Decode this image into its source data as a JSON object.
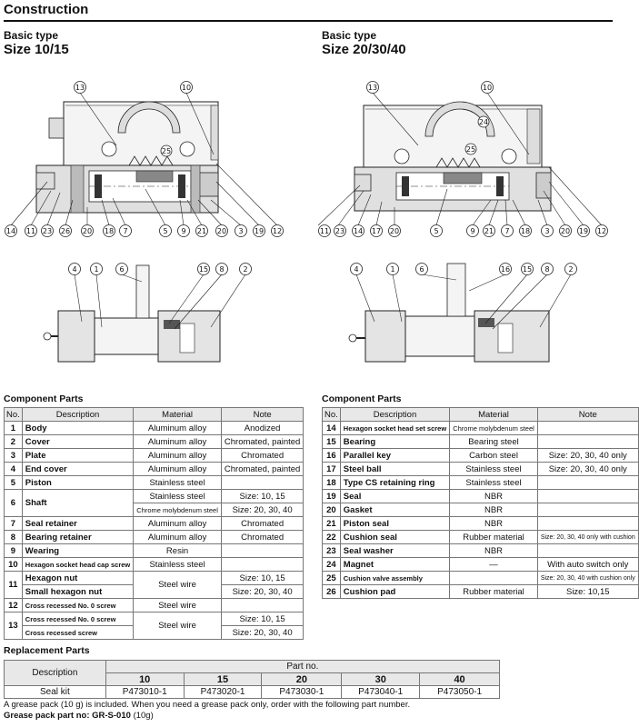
{
  "page": {
    "title": "Construction",
    "left_heading": {
      "type": "Basic type",
      "size": "Size 10/15"
    },
    "right_heading": {
      "type": "Basic type",
      "size": "Size 20/30/40"
    }
  },
  "drawings": {
    "left_top_balloons": [
      "13",
      "10",
      "14",
      "11",
      "23",
      "26",
      "20",
      "18",
      "7",
      "5",
      "9",
      "21",
      "20",
      "3",
      "19",
      "12",
      "25"
    ],
    "left_bottom_balloons": [
      "4",
      "1",
      "6",
      "15",
      "8",
      "2"
    ],
    "right_top_balloons": [
      "13",
      "10",
      "11",
      "23",
      "14",
      "17",
      "20",
      "5",
      "9",
      "21",
      "7",
      "18",
      "3",
      "20",
      "19",
      "12",
      "25",
      "24"
    ],
    "right_bottom_balloons": [
      "4",
      "1",
      "6",
      "16",
      "15",
      "8",
      "2"
    ]
  },
  "component_parts": {
    "heading": "Component Parts",
    "columns": {
      "no": "No.",
      "description": "Description",
      "material": "Material",
      "note": "Note"
    },
    "left_rows": [
      {
        "no": "1",
        "description": "Body",
        "material": "Aluminum alloy",
        "note": "Anodized"
      },
      {
        "no": "2",
        "description": "Cover",
        "material": "Aluminum alloy",
        "note": "Chromated, painted"
      },
      {
        "no": "3",
        "description": "Plate",
        "material": "Aluminum alloy",
        "note": "Chromated"
      },
      {
        "no": "4",
        "description": "End cover",
        "material": "Aluminum alloy",
        "note": "Chromated, painted"
      },
      {
        "no": "5",
        "description": "Piston",
        "material": "Stainless steel",
        "note": ""
      },
      {
        "no": "6",
        "description": "Shaft",
        "material_a": "Stainless steel",
        "note_a": "Size: 10, 15",
        "material_b": "Chrome molybdenum steel",
        "note_b": "Size: 20, 30, 40"
      },
      {
        "no": "7",
        "description": "Seal retainer",
        "material": "Aluminum alloy",
        "note": "Chromated"
      },
      {
        "no": "8",
        "description": "Bearing retainer",
        "material": "Aluminum alloy",
        "note": "Chromated"
      },
      {
        "no": "9",
        "description": "Wearing",
        "material": "Resin",
        "note": ""
      },
      {
        "no": "10",
        "description": "Hexagon socket head cap screw",
        "material": "Stainless steel",
        "note": ""
      },
      {
        "no": "11",
        "description_a": "Hexagon nut",
        "description_b": "Small hexagon nut",
        "material": "Steel wire",
        "note_a": "Size: 10, 15",
        "note_b": "Size: 20, 30, 40"
      },
      {
        "no": "12",
        "description": "Cross recessed No. 0 screw",
        "material": "Steel wire",
        "note": ""
      },
      {
        "no": "13",
        "description_a": "Cross recessed No. 0 screw",
        "description_b": "Cross recessed screw",
        "material": "Steel wire",
        "note_a": "Size: 10, 15",
        "note_b": "Size: 20, 30, 40"
      }
    ],
    "right_rows": [
      {
        "no": "14",
        "description": "Hexagon socket head set screw",
        "material": "Chrome molybdenum steel",
        "note": ""
      },
      {
        "no": "15",
        "description": "Bearing",
        "material": "Bearing steel",
        "note": ""
      },
      {
        "no": "16",
        "description": "Parallel key",
        "material": "Carbon steel",
        "note": "Size: 20, 30, 40 only"
      },
      {
        "no": "17",
        "description": "Steel ball",
        "material": "Stainless steel",
        "note": "Size: 20, 30, 40 only"
      },
      {
        "no": "18",
        "description": "Type CS retaining ring",
        "material": "Stainless steel",
        "note": ""
      },
      {
        "no": "19",
        "description": "Seal",
        "material": "NBR",
        "note": ""
      },
      {
        "no": "20",
        "description": "Gasket",
        "material": "NBR",
        "note": ""
      },
      {
        "no": "21",
        "description": "Piston seal",
        "material": "NBR",
        "note": ""
      },
      {
        "no": "22",
        "description": "Cushion seal",
        "material": "Rubber material",
        "note": "Size: 20, 30, 40 only with cushion"
      },
      {
        "no": "23",
        "description": "Seal washer",
        "material": "NBR",
        "note": ""
      },
      {
        "no": "24",
        "description": "Magnet",
        "material": "—",
        "note": "With auto switch only"
      },
      {
        "no": "25",
        "description": "Cushion valve assembly",
        "material": "",
        "note": "Size: 20, 30, 40 with cushion only"
      },
      {
        "no": "26",
        "description": "Cushion pad",
        "material": "Rubber material",
        "note": "Size: 10,15"
      }
    ]
  },
  "replacement_parts": {
    "heading": "Replacement Parts",
    "description_header": "Description",
    "partno_header": "Part no.",
    "sizes": [
      "10",
      "15",
      "20",
      "30",
      "40"
    ],
    "row_label": "Seal kit",
    "part_numbers": [
      "P473010-1",
      "P473020-1",
      "P473030-1",
      "P473040-1",
      "P473050-1"
    ],
    "footnote": "A grease pack (10 g) is included. When you need a grease pack only, order with the following part number.",
    "grease_label": "Grease pack part no: GR-S-010",
    "grease_suffix": "(10g)"
  }
}
